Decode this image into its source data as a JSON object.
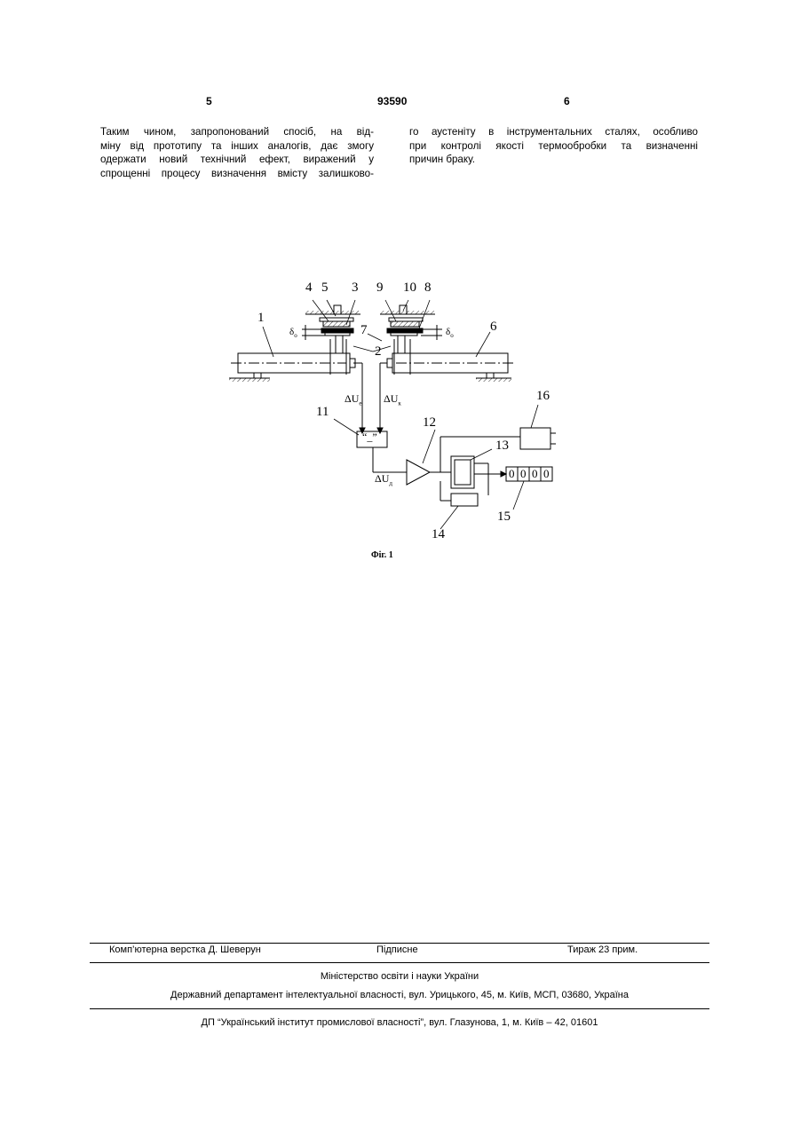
{
  "header": {
    "page_left": "5",
    "patent_number": "93590",
    "page_right": "6"
  },
  "left_column": [
    "Таким чином, запропонований спосіб, на від-",
    "міну від прототипу та інших аналогів, дає змогу",
    "одержати новий технічний ефект, виражений у",
    "спрощенні процесу визначення вмісту залишково-"
  ],
  "right_column": [
    "го аустеніту в інструментальних сталях, особливо",
    "при контролі якості термообробки та визначенні",
    "причин браку."
  ],
  "figure": {
    "caption": "Фіг. 1",
    "labels": {
      "n1": "1",
      "n2": "2",
      "n3": "3",
      "n4": "4",
      "n5": "5",
      "n6": "6",
      "n7": "7",
      "n8": "8",
      "n9": "9",
      "n10": "10",
      "n11": "11",
      "n12": "12",
      "n13": "13",
      "n14": "14",
      "n15": "15",
      "n16": "16",
      "du_e": "ΔU",
      "du_e_sub": "e",
      "du_k": "ΔU",
      "du_k_sub": "к",
      "du_d": "ΔU",
      "du_d_sub": "д",
      "delta_left": "δ",
      "delta_left_sub": "о",
      "delta_right": "δ",
      "delta_right_sub": "о",
      "minus_block": "“_”",
      "display_digits": [
        "0",
        "0",
        "0",
        "0"
      ]
    }
  },
  "footer": {
    "layout": "Комп’ютерна верстка Д. Шеверун",
    "signed": "Підписне",
    "print_run": "Тираж 23 прим.",
    "ministry": "Міністерство освіти і науки України",
    "department": "Державний департамент інтелектуальної власності, вул. Урицького, 45, м. Київ, МСП, 03680, Україна",
    "institute": "ДП “Український інститут промислової власності”, вул. Глазунова, 1, м. Київ – 42, 01601"
  }
}
